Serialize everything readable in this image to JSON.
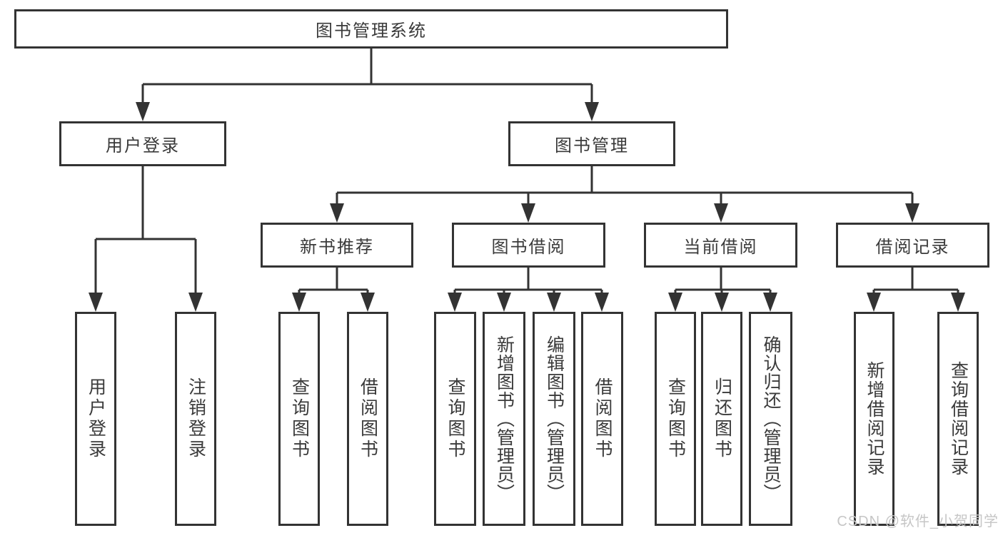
{
  "root": {
    "label": "图书管理系统"
  },
  "branches": {
    "user": {
      "label": "用户登录",
      "children": [
        {
          "label": "用户登录"
        },
        {
          "label": "注销登录"
        }
      ]
    },
    "books": {
      "label": "图书管理",
      "sections": [
        {
          "label": "新书推荐",
          "children": [
            {
              "label": "查询图书"
            },
            {
              "label": "借阅图书"
            }
          ]
        },
        {
          "label": "图书借阅",
          "children": [
            {
              "label": "查询图书"
            },
            {
              "label": "新增图书（管理员）"
            },
            {
              "label": "编辑图书（管理员）"
            },
            {
              "label": "借阅图书"
            }
          ]
        },
        {
          "label": "当前借阅",
          "children": [
            {
              "label": "查询图书"
            },
            {
              "label": "归还图书"
            },
            {
              "label": "确认归还（管理员）"
            }
          ]
        },
        {
          "label": "借阅记录",
          "children": [
            {
              "label": "新增借阅记录"
            },
            {
              "label": "查询借阅记录"
            }
          ]
        }
      ]
    }
  },
  "watermark": "CSDN @软件_小贺同学",
  "colors": {
    "line": "#333333",
    "text": "#3a3a3a",
    "watermark": "#c6c6c6"
  }
}
